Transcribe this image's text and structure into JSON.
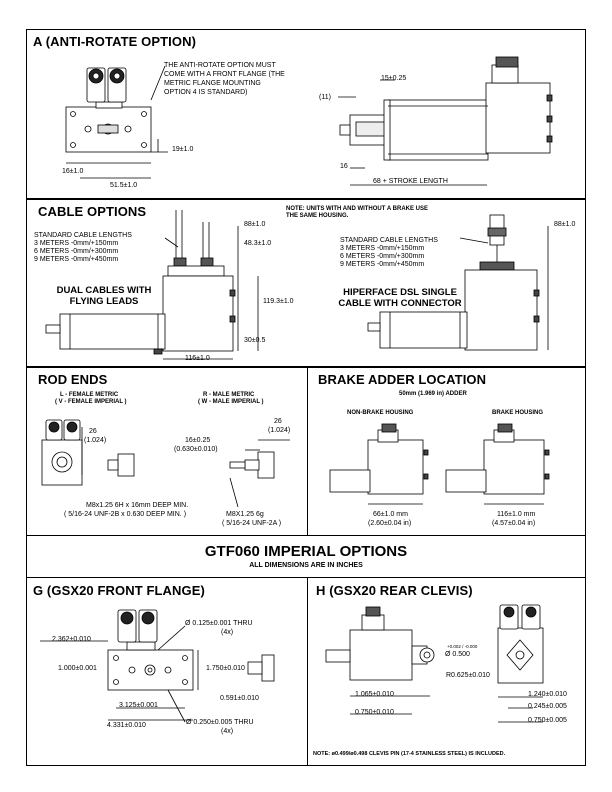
{
  "sections": {
    "anti_rotate": {
      "title": "A (ANTI-ROTATE OPTION)",
      "note_1": "THE ANTI-ROTATE OPTION MUST",
      "note_2": "COME WITH A FRONT FLANGE (THE",
      "note_3": "METRIC FLANGE MOUNTING",
      "note_4": "OPTION 4 IS STANDARD)",
      "dim_19": "19±1.0",
      "dim_16": "16±1.0",
      "dim_515": "51.5±1.0",
      "dim_15": "15±0.25",
      "dim_11": "(11)",
      "dim_16b": "16",
      "dim_stroke": "68 + STROKE LENGTH"
    },
    "cable": {
      "title": "CABLE OPTIONS",
      "note_units_1": "NOTE: UNITS WITH AND WITHOUT A BRAKE USE",
      "note_units_2": "THE SAME HOUSING.",
      "left_len_0": "STANDARD CABLE LENGTHS",
      "left_len_1": "3 METERS -0mm/+150mm",
      "left_len_2": "6 METERS -0mm/+300mm",
      "left_len_3": "9 METERS -0mm/+450mm",
      "left_label_1": "DUAL CABLES WITH",
      "left_label_2": "FLYING LEADS",
      "dim_88": "88±1.0",
      "dim_483": "48.3±1.0",
      "dim_1193": "119.3±1.0",
      "dim_30": "30±0.5",
      "dim_116": "116±1.0",
      "right_len_0": "STANDARD CABLE LENGTHS",
      "right_len_1": "3 METERS -0mm/+150mm",
      "right_len_2": "6 METERS -0mm/+300mm",
      "right_len_3": "9 METERS -0mm/+450mm",
      "right_label_1": "HIPERFACE DSL SINGLE",
      "right_label_2": "CABLE WITH CONNECTOR",
      "dim_88b": "88±1.0"
    },
    "rod": {
      "title": "ROD ENDS",
      "l_1": "L - FEMALE METRIC",
      "l_2": "( V - FEMALE IMPERIAL )",
      "r_1": "R - MALE METRIC",
      "r_2": "( W - MALE IMPERIAL )",
      "dim_26a": "26",
      "dim_26a2": "(1.024)",
      "dim_16": "16±0.25",
      "dim_16b": "(0.630±0.010)",
      "dim_26b": "26",
      "dim_26b2": "(1.024)",
      "thread_f1": "M8x1.25 6H x 16mm DEEP MIN.",
      "thread_f2": "( 5/16-24 UNF-2B x 0.630 DEEP MIN. )",
      "thread_m1": "M8X1.25 6g",
      "thread_m2": "( 5/16-24 UNF-2A )"
    },
    "brake": {
      "title": "BRAKE ADDER LOCATION",
      "adder": "50mm (1.969 in) ADDER",
      "non_brake": "NON-BRAKE HOUSING",
      "brake": "BRAKE HOUSING",
      "dim_66": "66±1.0 mm",
      "dim_66b": "(2.60±0.04 in)",
      "dim_116": "116±1.0 mm",
      "dim_116b": "(4.57±0.04 in)"
    },
    "imperial": {
      "title": "GTF060 IMPERIAL OPTIONS",
      "subtitle": "ALL DIMENSIONS ARE IN INCHES"
    },
    "front_flange": {
      "title": "G (GSX20 FRONT FLANGE)",
      "dim_2362": "2.362±0.010",
      "dim_1000": "1.000±0.001",
      "dim_3125": "3.125±0.001",
      "dim_4331": "4.331±0.010",
      "dim_1750": "1.750±0.010",
      "dim_0591": "0.591±0.010",
      "hole_1": "Ø 0.125±0.001 THRU",
      "hole_1b": "(4x)",
      "hole_2": "Ø 0.250±0.005 THRU",
      "hole_2b": "(4x)"
    },
    "rear_clevis": {
      "title": "H (GSX20 REAR CLEVIS)",
      "dim_pin": "Ø 0.500",
      "dim_pin_tol": "+0.002 / -0.000",
      "dim_r": "R0.625±0.010",
      "dim_1065": "1.065±0.010",
      "dim_0750a": "0.750±0.010",
      "dim_1240": "1.240±0.010",
      "dim_0245": "0.245±0.005",
      "dim_0750b": "0.750±0.005",
      "note": "NOTE: ø0.499/ø0.498 CLEVIS PIN (17-4 STAINLESS STEEL) IS INCLUDED."
    }
  }
}
